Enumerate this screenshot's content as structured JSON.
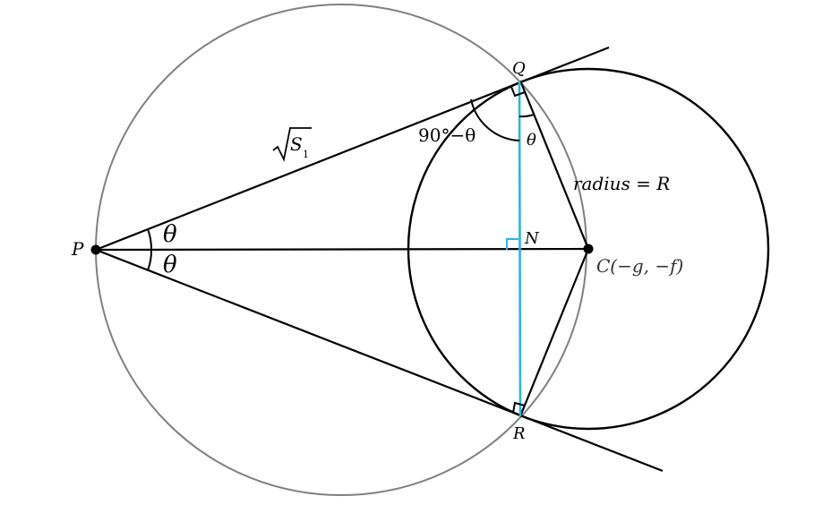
{
  "diagram": {
    "points": {
      "P": "P",
      "Q": "Q",
      "R": "R",
      "N": "N",
      "C": "C(−g,  −f)"
    },
    "angles": {
      "upper_theta": "θ",
      "lower_theta": "θ",
      "complement": "90°−θ",
      "at_Q": "θ"
    },
    "tangent_length": {
      "radical": "√",
      "symbol": "S",
      "subscript": "1"
    },
    "radius_label": "radius = R"
  },
  "colors": {
    "outer_circle": "#808080",
    "main_lines": "#000000",
    "chord_of_contact": "#29b6e8"
  }
}
